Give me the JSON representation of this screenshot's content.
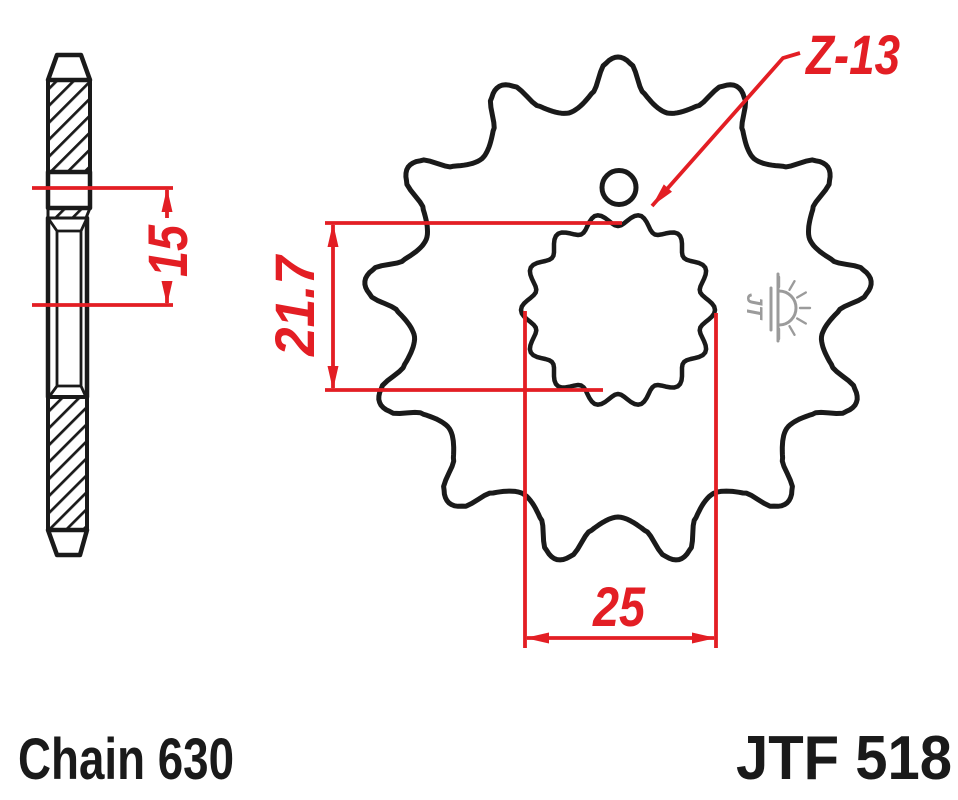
{
  "part": {
    "part_number": "JTF 518",
    "chain_label": "Chain 630",
    "teeth_callout": "Z-13",
    "teeth_count": 13
  },
  "dimensions": {
    "spline_inner_diameter": "21.7",
    "spline_outer_diameter": "25",
    "hub_offset": "15"
  },
  "geometry_shown": {
    "sprocket_teeth_shown": 13,
    "spline_lobes_shown": 14
  },
  "logo": {
    "text": "JT"
  },
  "colors": {
    "dimension_red": "#e31e24",
    "outline_black": "#1a1a1a",
    "logo_gray": "#9b9b9b",
    "background": "#ffffff"
  }
}
